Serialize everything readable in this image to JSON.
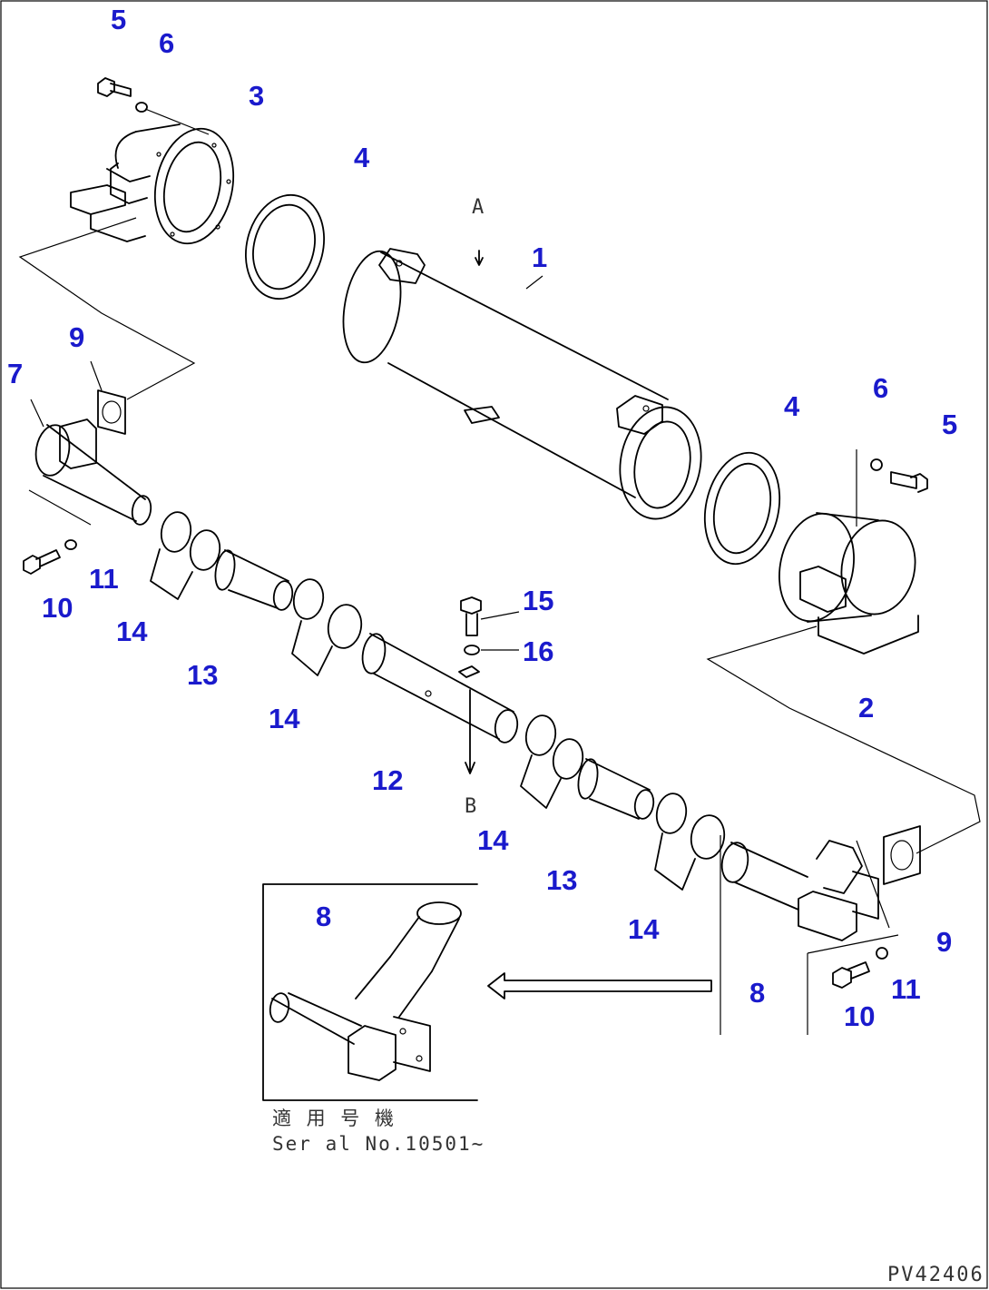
{
  "callouts": {
    "c5a": "5",
    "c6a": "6",
    "c3": "3",
    "c4a": "4",
    "c1": "1",
    "c9a": "9",
    "c7": "7",
    "c6b": "6",
    "c5b": "5",
    "c4b": "4",
    "c11a": "11",
    "c10a": "10",
    "c14a": "14",
    "c13a": "13",
    "c15": "15",
    "c16": "16",
    "c14b": "14",
    "c2": "2",
    "c12": "12",
    "c14c": "14",
    "c13b": "13",
    "c14d": "14",
    "c8a": "8",
    "c9b": "9",
    "c8b": "8",
    "c11b": "11",
    "c10b": "10"
  },
  "markers": {
    "a_top": "A",
    "a_bottom": "B"
  },
  "inset_note": {
    "line1": "適 用 号 機",
    "line2": "Ser al No.10501~"
  },
  "drawing_code": "PV42406"
}
